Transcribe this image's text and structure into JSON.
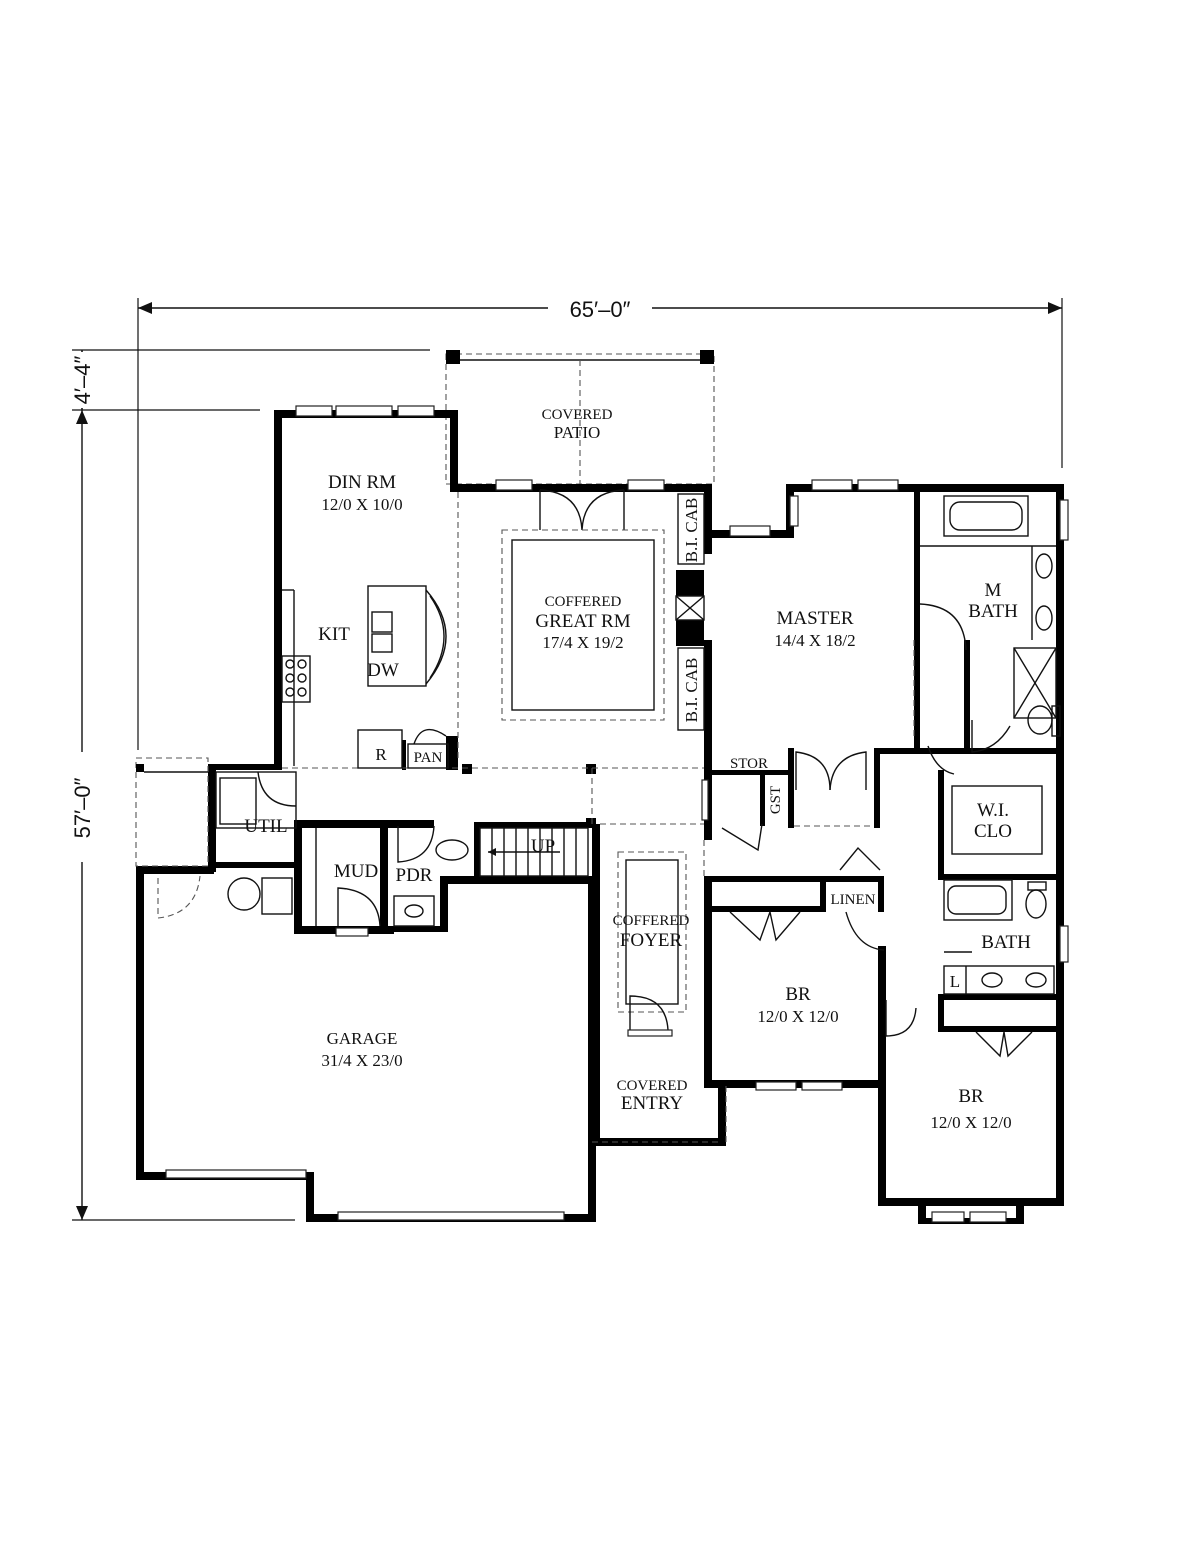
{
  "dimensions": {
    "width": "65′–0″",
    "depth": "57′–0″",
    "offset": "4′–4″"
  },
  "rooms": {
    "covered_patio": {
      "line1": "COVERED",
      "line2": "PATIO"
    },
    "din_rm": {
      "name": "DIN RM",
      "size": "12/0 X 10/0"
    },
    "kit": {
      "name": "KIT"
    },
    "dw": {
      "name": "DW"
    },
    "r": {
      "name": "R"
    },
    "pan": {
      "name": "PAN"
    },
    "great_rm": {
      "line1": "COFFERED",
      "line2": "GREAT RM",
      "size": "17/4 X 19/2"
    },
    "bi_cab_upper": {
      "name": "B.I. CAB"
    },
    "bi_cab_lower": {
      "name": "B.I. CAB"
    },
    "master": {
      "name": "MASTER",
      "size": "14/4 X 18/2"
    },
    "m_bath": {
      "line1": "M",
      "line2": "BATH"
    },
    "stor": {
      "name": "STOR"
    },
    "gst": {
      "name": "GST"
    },
    "wi_clo": {
      "line1": "W.I.",
      "line2": "CLO"
    },
    "util": {
      "name": "UTIL"
    },
    "mud": {
      "name": "MUD"
    },
    "pdr": {
      "name": "PDR"
    },
    "up": {
      "name": "UP"
    },
    "linen": {
      "name": "LINEN"
    },
    "bath": {
      "name": "BATH"
    },
    "l": {
      "name": "L"
    },
    "foyer": {
      "line1": "COFFERED",
      "line2": "FOYER"
    },
    "br1": {
      "name": "BR",
      "size": "12/0 X 12/0"
    },
    "br2": {
      "name": "BR",
      "size": "12/0 X 12/0"
    },
    "garage": {
      "name": "GARAGE",
      "size": "31/4 X 23/0"
    },
    "covered_entry": {
      "line1": "COVERED",
      "line2": "ENTRY"
    }
  }
}
